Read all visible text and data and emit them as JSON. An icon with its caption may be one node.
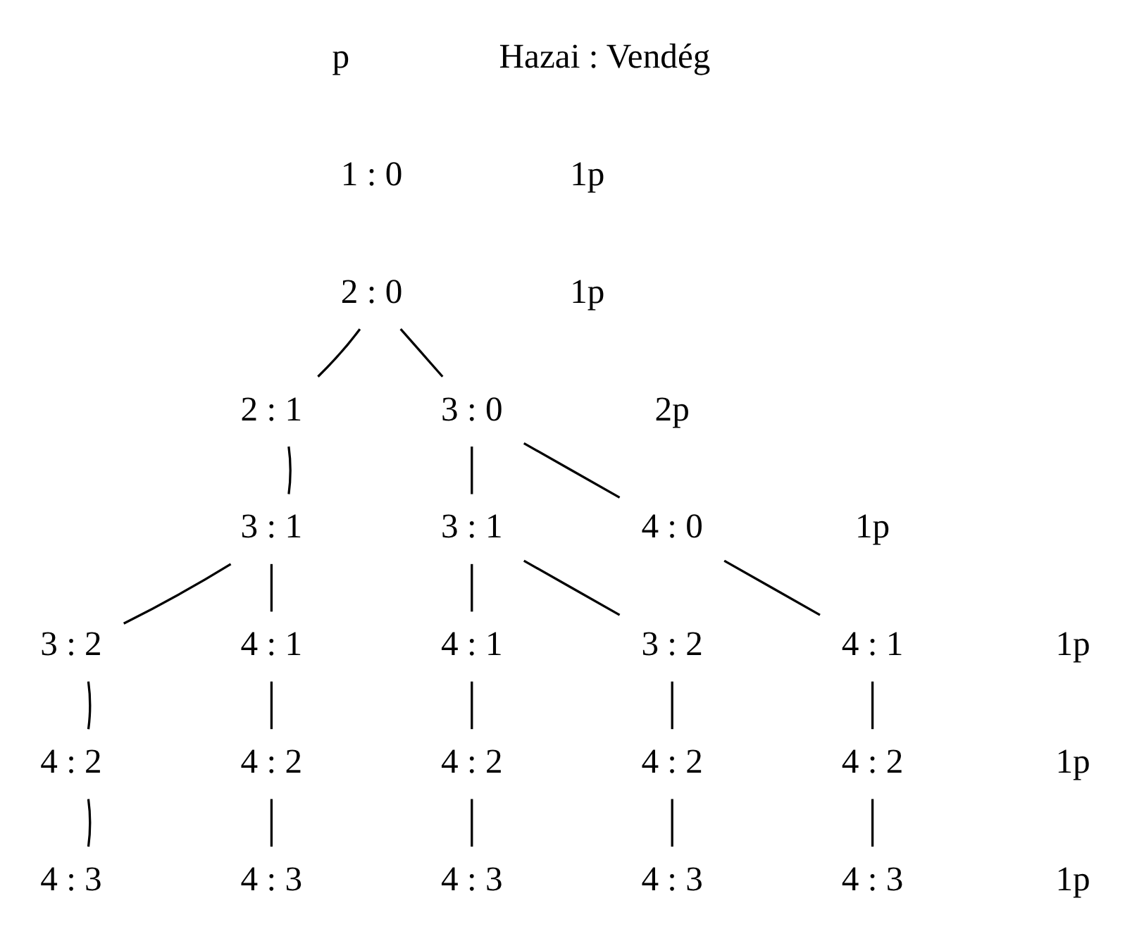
{
  "diagram": {
    "nodes": [
      {
        "text": [
          "2 : 0"
        ]
      },
      {
        "text": [
          "2 : 1"
        ]
      },
      {
        "text": [
          "3 : 0"
        ]
      },
      {
        "text": [
          "3 : 1"
        ]
      },
      {
        "text": [
          "3 : 1"
        ]
      },
      {
        "text": [
          "4 : 0"
        ]
      },
      {
        "text": [
          "3 : 2"
        ]
      },
      {
        "text": [
          "4 : 1"
        ]
      },
      {
        "text": [
          "4 : 1"
        ]
      },
      {
        "text": [
          "3 : 2"
        ]
      },
      {
        "text": [
          "4 : 1"
        ]
      },
      {
        "text": [
          "4 : 2"
        ]
      },
      {
        "text": [
          "4 : 2"
        ]
      },
      {
        "text": [
          "4 : 2"
        ]
      },
      {
        "text": [
          "4 : 2"
        ]
      },
      {
        "text": [
          "4 : 2"
        ]
      },
      {
        "text": [
          "4 : 3"
        ]
      },
      {
        "text": [
          "4 : 3"
        ]
      },
      {
        "text": [
          "4 : 3"
        ]
      },
      {
        "text": [
          "4 : 3"
        ]
      },
      {
        "text": [
          "4 : 3"
        ]
      }
    ],
    "edges": [
      {
        "from": 0,
        "to": 1,
        "arrow": "none"
      },
      {
        "from": 0,
        "to": 2,
        "arrow": "none"
      },
      {
        "from": 1,
        "to": 3,
        "arrow": "none"
      },
      {
        "from": 2,
        "to": 4,
        "arrow": "none"
      },
      {
        "from": 2,
        "to": 5,
        "arrow": "none"
      },
      {
        "from": 3,
        "to": 6,
        "arrow": "none"
      },
      {
        "from": 3,
        "to": 7,
        "arrow": "none"
      },
      {
        "from": 4,
        "to": 8,
        "arrow": "none"
      },
      {
        "from": 4,
        "to": 9,
        "arrow": "none"
      },
      {
        "from": 5,
        "to": 10,
        "arrow": "none"
      },
      {
        "from": 6,
        "to": 11,
        "arrow": "none"
      },
      {
        "from": 7,
        "to": 12,
        "arrow": "none"
      },
      {
        "from": 8,
        "to": 13,
        "arrow": "none"
      },
      {
        "from": 9,
        "to": 14,
        "arrow": "none"
      },
      {
        "from": 10,
        "to": 15,
        "arrow": "none"
      },
      {
        "from": 11,
        "to": 16,
        "arrow": "none"
      },
      {
        "from": 12,
        "to": 17,
        "arrow": "none"
      },
      {
        "from": 13,
        "to": 18,
        "arrow": "none"
      },
      {
        "from": 14,
        "to": 19,
        "arrow": "none"
      },
      {
        "from": 15,
        "to": 20,
        "arrow": "none"
      }
    ],
    "labels": [
      "p",
      "Hazai : Vendég",
      "1 : 0",
      "1p",
      "1p",
      "2p",
      "1p",
      "1p",
      "1p",
      "1p"
    ]
  }
}
